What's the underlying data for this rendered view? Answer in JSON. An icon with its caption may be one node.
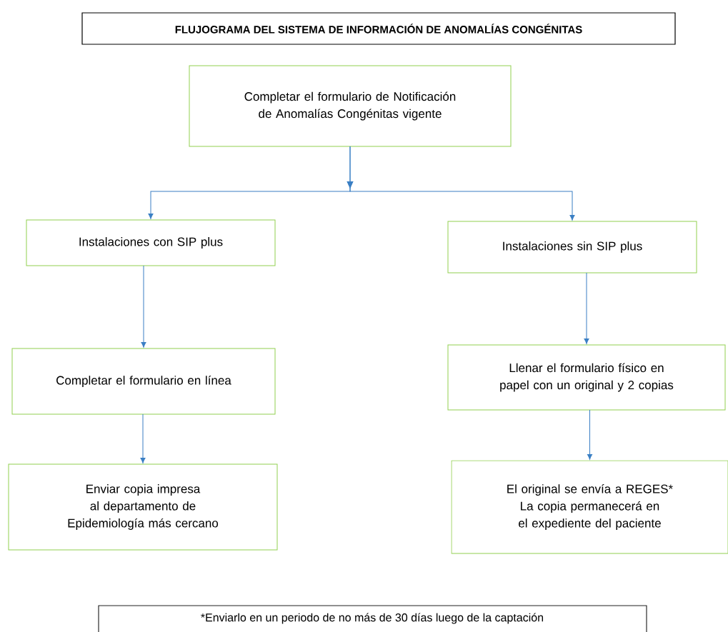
{
  "diagram": {
    "title": "FLUJOGRAMA DEL SISTEMA DE INFORMACIÓN DE ANOMALÍAS CONGÉNITAS",
    "nodes": [
      {
        "text": [
          "Completar el formulario de Notificación de Anomalías Congénitas vigente"
        ]
      },
      {
        "text": [
          "Instalaciones con SIP plus"
        ]
      },
      {
        "text": [
          "Instalaciones sin SIP plus"
        ]
      },
      {
        "text": [
          "Completar el formulario en línea"
        ]
      },
      {
        "text": [
          "Llenar el formulario físico en papel con un original y 2 copias"
        ]
      },
      {
        "text": [
          "Enviar copia impresa al departamento de Epidemiología más cercano"
        ]
      },
      {
        "text": [
          "El original se envía a REGES* La copia permanecerá en el expediente del paciente"
        ]
      }
    ],
    "edges": [
      {
        "from": 0,
        "to": 1,
        "arrow": "to"
      },
      {
        "from": 0,
        "to": 2,
        "arrow": "to"
      },
      {
        "from": 1,
        "to": 3,
        "arrow": "to"
      },
      {
        "from": 3,
        "to": 5,
        "arrow": "to"
      },
      {
        "from": 2,
        "to": 4,
        "arrow": "to"
      },
      {
        "from": 4,
        "to": 6,
        "arrow": "to"
      }
    ],
    "labels": [
      "*Enviarlo en un periodo de no más de 30 días luego de la captación"
    ]
  }
}
